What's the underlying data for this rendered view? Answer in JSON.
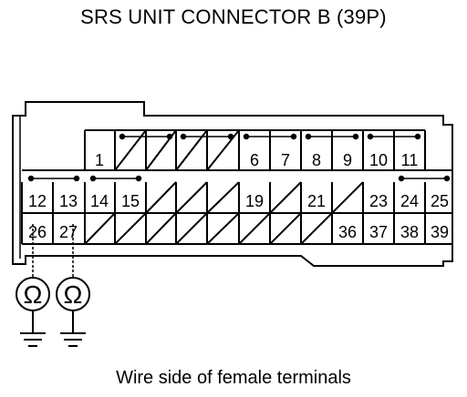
{
  "title": "SRS UNIT CONNECTOR B (39P)",
  "caption": "Wire side of female terminals",
  "terminals": {
    "row1": [
      "1",
      "6",
      "7",
      "8",
      "9",
      "10",
      "11"
    ],
    "row2": [
      "12",
      "13",
      "14",
      "15",
      "19",
      "21",
      "23",
      "24",
      "25"
    ],
    "row3": [
      "26",
      "27",
      "36",
      "37",
      "38",
      "39"
    ]
  },
  "meters": [
    {
      "symbol": "Ω",
      "terminal": "26"
    },
    {
      "symbol": "Ω",
      "terminal": "27"
    }
  ],
  "colors": {
    "line": "#000000",
    "background": "#ffffff"
  }
}
